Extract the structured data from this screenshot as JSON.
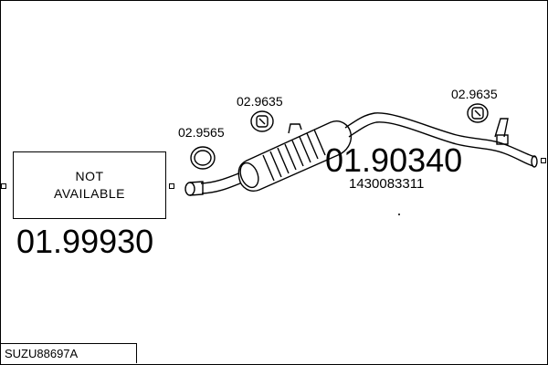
{
  "diagram": {
    "not_available": {
      "line1": "NOT",
      "line2": "AVAILABLE"
    },
    "front_part": {
      "ref": "01.99930"
    },
    "rear_muffler": {
      "ref": "01.90340",
      "oem": "1430083311"
    },
    "parts": [
      {
        "ref": "02.9565",
        "kind": "gasket"
      },
      {
        "ref": "02.9635",
        "kind": "rubber-mount"
      },
      {
        "ref": "02.9635",
        "kind": "rubber-mount"
      }
    ],
    "vehicle_code": "SUZU88697A"
  }
}
